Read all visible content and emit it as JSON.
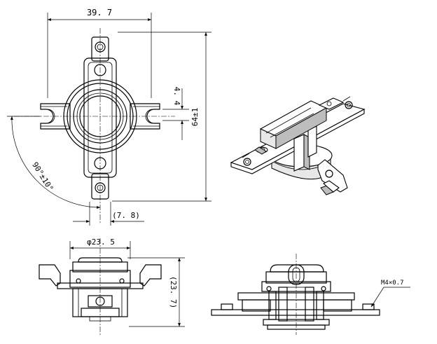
{
  "drawing": {
    "dimensions": {
      "overall_width": "39. 7",
      "terminal_offset": "4. 4",
      "overall_height": "64±1",
      "angle": "90°±10°",
      "tab_offset": "(7. 8)",
      "body_diameter": "φ23. 5",
      "side_height": "(23. 7)",
      "thread": "M4×0.7"
    }
  }
}
